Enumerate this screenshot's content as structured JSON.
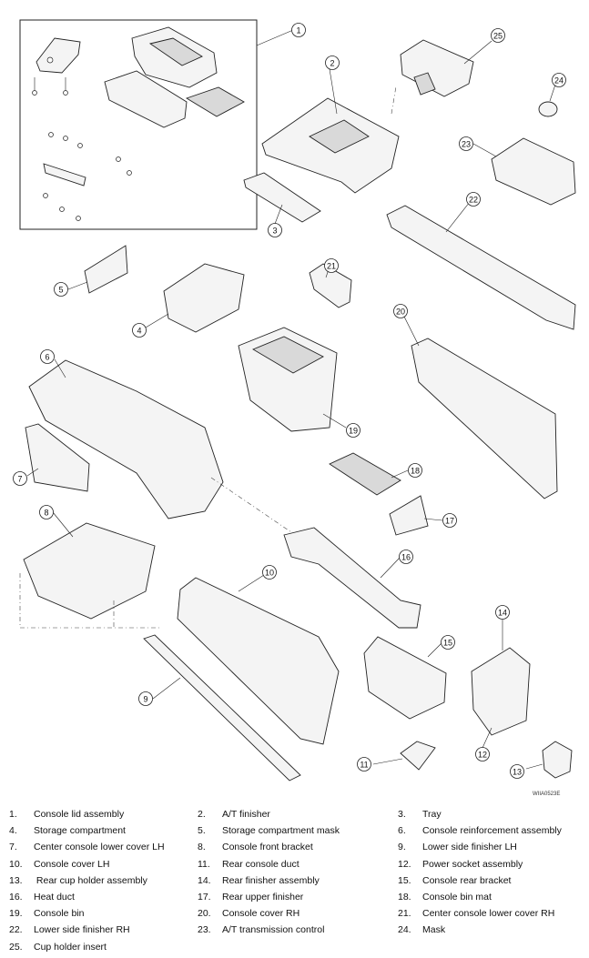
{
  "figure_code": "WIIA0523E",
  "callouts": [
    "1",
    "2",
    "3",
    "4",
    "5",
    "6",
    "7",
    "8",
    "9",
    "10",
    "11",
    "12",
    "13",
    "14",
    "15",
    "16",
    "17",
    "18",
    "19",
    "20",
    "21",
    "22",
    "23",
    "24",
    "25"
  ],
  "legend": [
    {
      "num": "1.",
      "label": "Console lid assembly"
    },
    {
      "num": "2.",
      "label": "A/T finisher"
    },
    {
      "num": "3.",
      "label": "Tray"
    },
    {
      "num": "4.",
      "label": "Storage compartment"
    },
    {
      "num": "5.",
      "label": "Storage compartment mask"
    },
    {
      "num": "6.",
      "label": "Console reinforcement assembly"
    },
    {
      "num": "7.",
      "label": "Center console lower cover LH"
    },
    {
      "num": "8.",
      "label": "Console front bracket"
    },
    {
      "num": "9.",
      "label": "Lower side finisher LH"
    },
    {
      "num": "10.",
      "label": "Console cover LH"
    },
    {
      "num": "11.",
      "label": "Rear console duct"
    },
    {
      "num": "12.",
      "label": "Power socket assembly"
    },
    {
      "num": "13.",
      "label": " Rear cup holder assembly"
    },
    {
      "num": "14.",
      "label": "Rear finisher assembly"
    },
    {
      "num": "15.",
      "label": "Console rear bracket"
    },
    {
      "num": "16.",
      "label": "Heat duct"
    },
    {
      "num": "17.",
      "label": "Rear upper finisher"
    },
    {
      "num": "18.",
      "label": "Console bin mat"
    },
    {
      "num": "19.",
      "label": "Console bin"
    },
    {
      "num": "20.",
      "label": "Console cover RH"
    },
    {
      "num": "21.",
      "label": "Center console lower cover RH"
    },
    {
      "num": "22.",
      "label": "Lower side finisher RH"
    },
    {
      "num": "23.",
      "label": "A/T transmission control"
    },
    {
      "num": "24.",
      "label": "Mask"
    },
    {
      "num": "25.",
      "label": "Cup holder insert"
    }
  ]
}
